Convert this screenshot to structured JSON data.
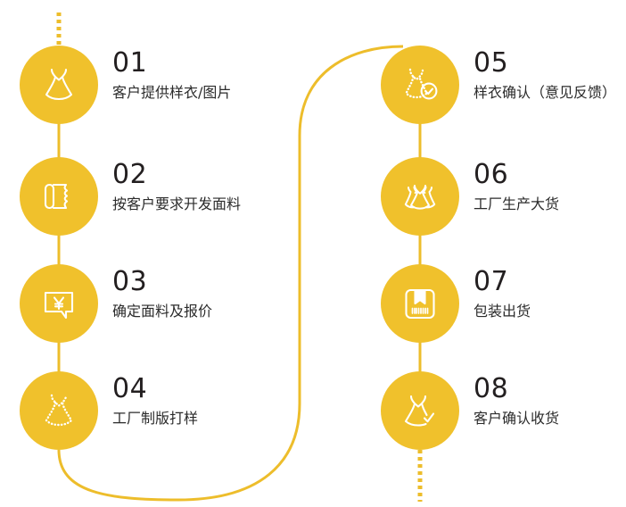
{
  "theme": {
    "accent": "#f0c12c",
    "accent_line": "#edbd2b",
    "number_color": "#231f20",
    "label_color": "#2b2b2b",
    "background": "#ffffff"
  },
  "diagram": {
    "type": "process-flow",
    "shape": "serpentine",
    "orientation": "two-column vertical snake",
    "step_count": 8,
    "columns": 2
  },
  "steps": [
    {
      "number": "01",
      "label": "客户提供样衣/图片",
      "icon": "dress-icon",
      "column": "left",
      "row": 1
    },
    {
      "number": "02",
      "label": "按客户要求开发面料",
      "icon": "fabric-roll-icon",
      "column": "left",
      "row": 2
    },
    {
      "number": "03",
      "label": "确定面料及报价",
      "icon": "yuan-speech-bubble-icon",
      "column": "left",
      "row": 3
    },
    {
      "number": "04",
      "label": "工厂制版打样",
      "icon": "dotted-dress-pattern-icon",
      "column": "left",
      "row": 4
    },
    {
      "number": "05",
      "label": "样衣确认（意见反馈）",
      "icon": "dotted-dress-check-icon",
      "column": "right",
      "row": 1
    },
    {
      "number": "06",
      "label": "工厂生产大货",
      "icon": "stacked-dresses-icon",
      "column": "right",
      "row": 2
    },
    {
      "number": "07",
      "label": "包装出货",
      "icon": "package-box-barcode-icon",
      "column": "right",
      "row": 3
    },
    {
      "number": "08",
      "label": "客户确认收货",
      "icon": "dress-check-icon",
      "column": "right",
      "row": 4
    }
  ]
}
